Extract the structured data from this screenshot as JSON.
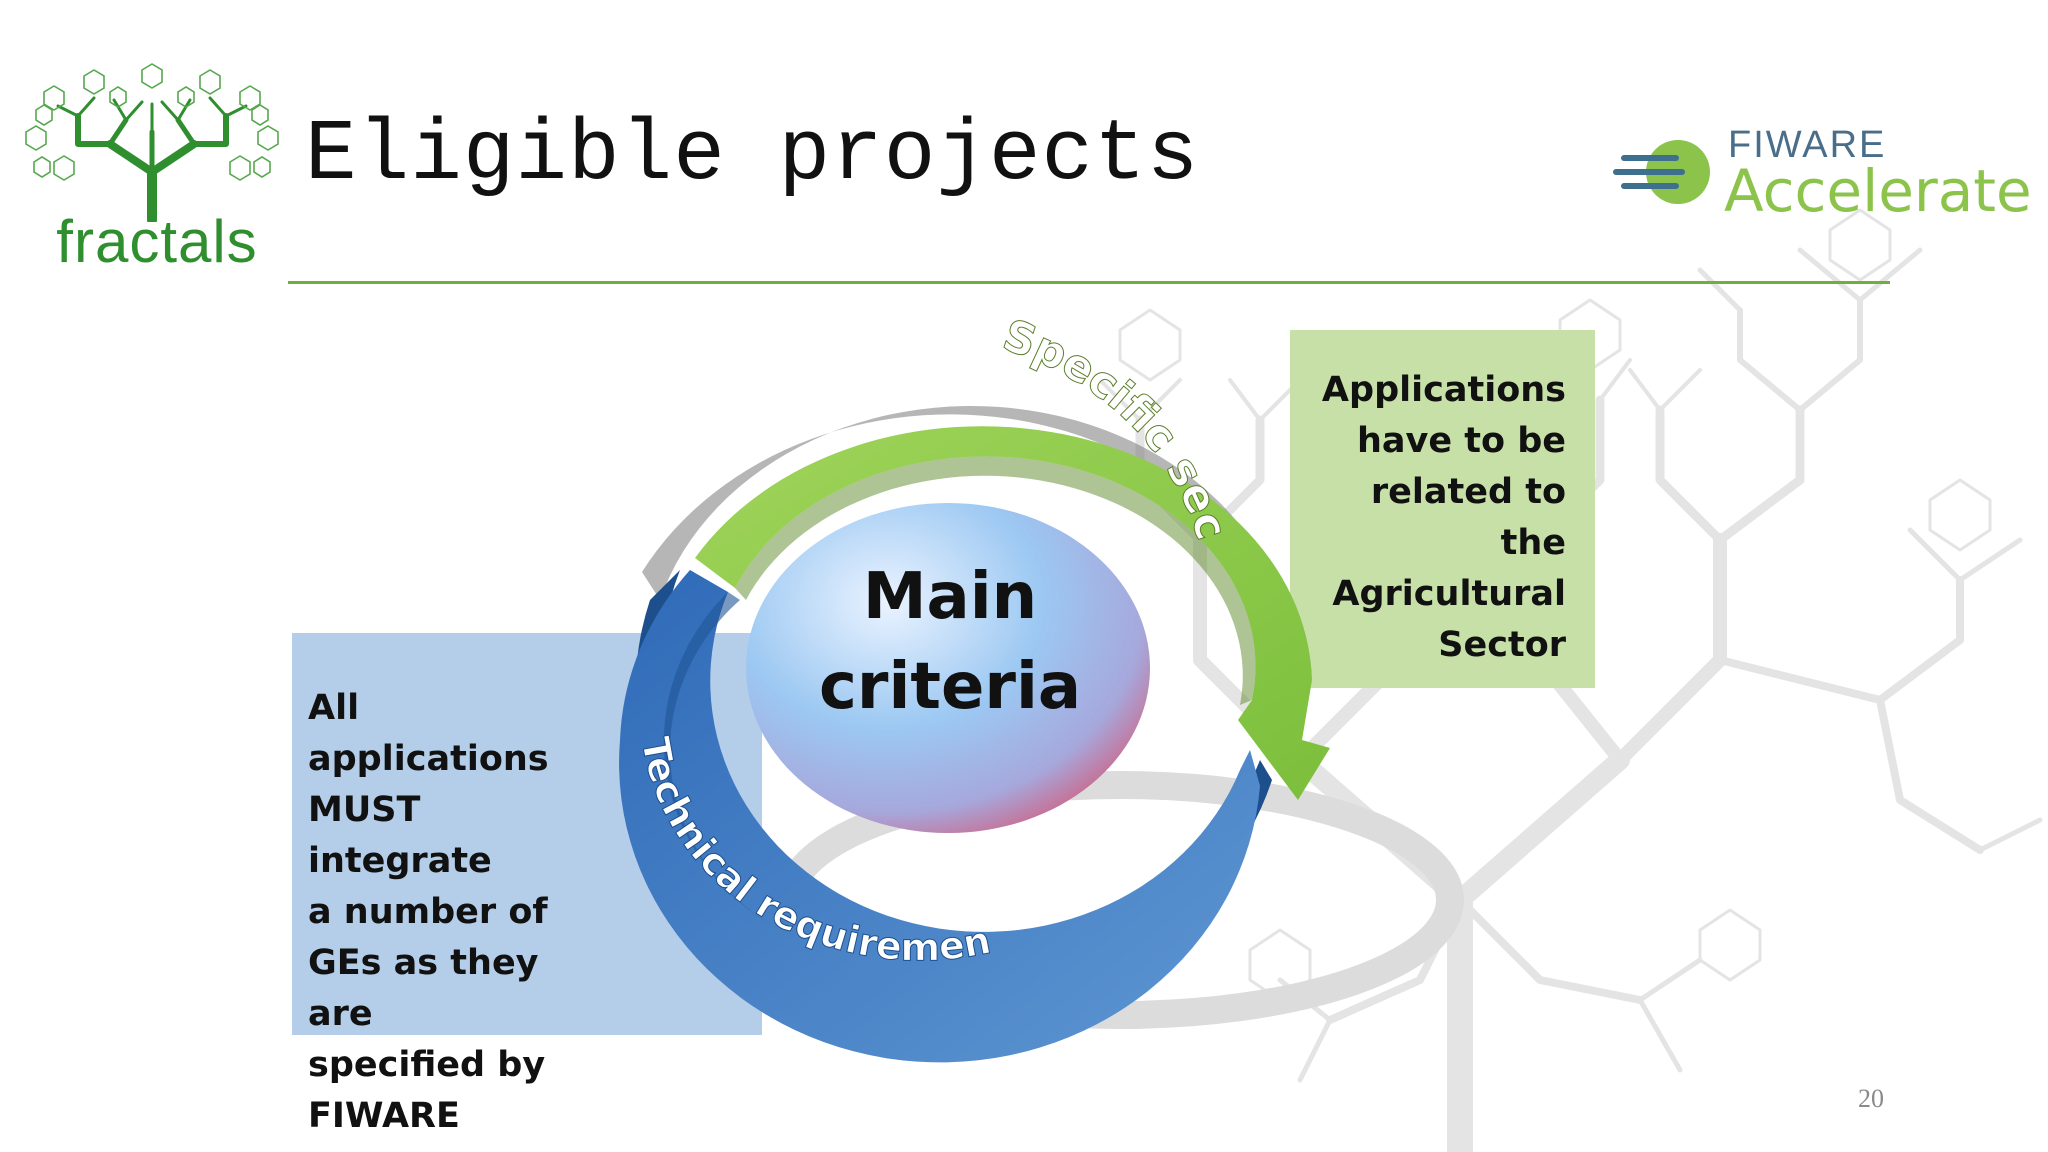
{
  "slide": {
    "title": "Eligible projects",
    "page_number": "20"
  },
  "logos": {
    "left_logo_text": "fractals",
    "right_logo_brand": "FIWARE",
    "right_logo_product": "Accelerate"
  },
  "diagram": {
    "center_line1": "Main",
    "center_line2": "criteria",
    "arc_green_label": "Specific sector",
    "arc_blue_label": "Technical requirements"
  },
  "boxes": {
    "green": [
      "Applications",
      "have to be",
      "related to the",
      "Agricultural",
      "Sector"
    ],
    "blue": [
      "All applications",
      "MUST integrate",
      "a number of",
      "GEs as they are",
      "specified by",
      "FIWARE"
    ]
  },
  "colors": {
    "accent_green": "#8cc34b",
    "arc_blue": "#3f7cc4",
    "title_rule": "#6fae3f",
    "box_green": "#c6e0a8",
    "box_blue": "#b4cde8"
  },
  "icons": {
    "left_logo": "fractal-tree-icon",
    "right_logo": "speed-lines-icon"
  }
}
